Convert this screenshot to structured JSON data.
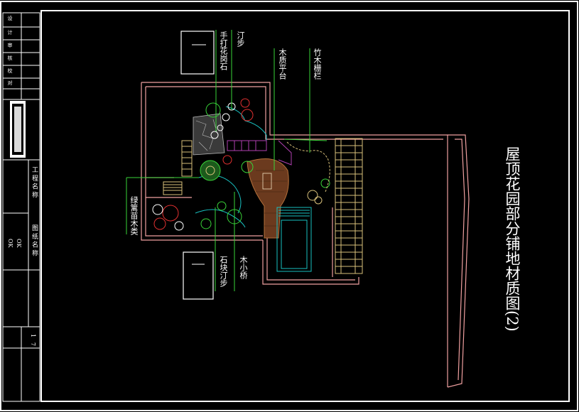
{
  "colors": {
    "background": "#000000",
    "border": "#ffffff",
    "wall": "#f0a0a0",
    "leader": "#39d439",
    "wood": "#6b3a1e",
    "cyan": "#19c0c0",
    "tile": "#d8c07a"
  },
  "drawing": {
    "title": "屋顶花园部分铺地材质图(2)",
    "labels": {
      "step_stone": "汀步",
      "rubble_stone": "手打花岗石",
      "wood_deck": "木质平台",
      "bamboo_fence": "竹木栅栏",
      "wood_bridge": "木小桥",
      "pebble_path": "石块汀步",
      "hedge": "绿篱苗木类"
    }
  },
  "title_block": {
    "company_labels": [
      "设",
      "计",
      "审",
      "核",
      "校",
      "对"
    ],
    "project_label": "工 程 名 称",
    "drawing_label": "图 纸 名 称",
    "ok_marks": [
      "OK",
      "OK"
    ],
    "page_marks": [
      "1",
      "7"
    ]
  }
}
